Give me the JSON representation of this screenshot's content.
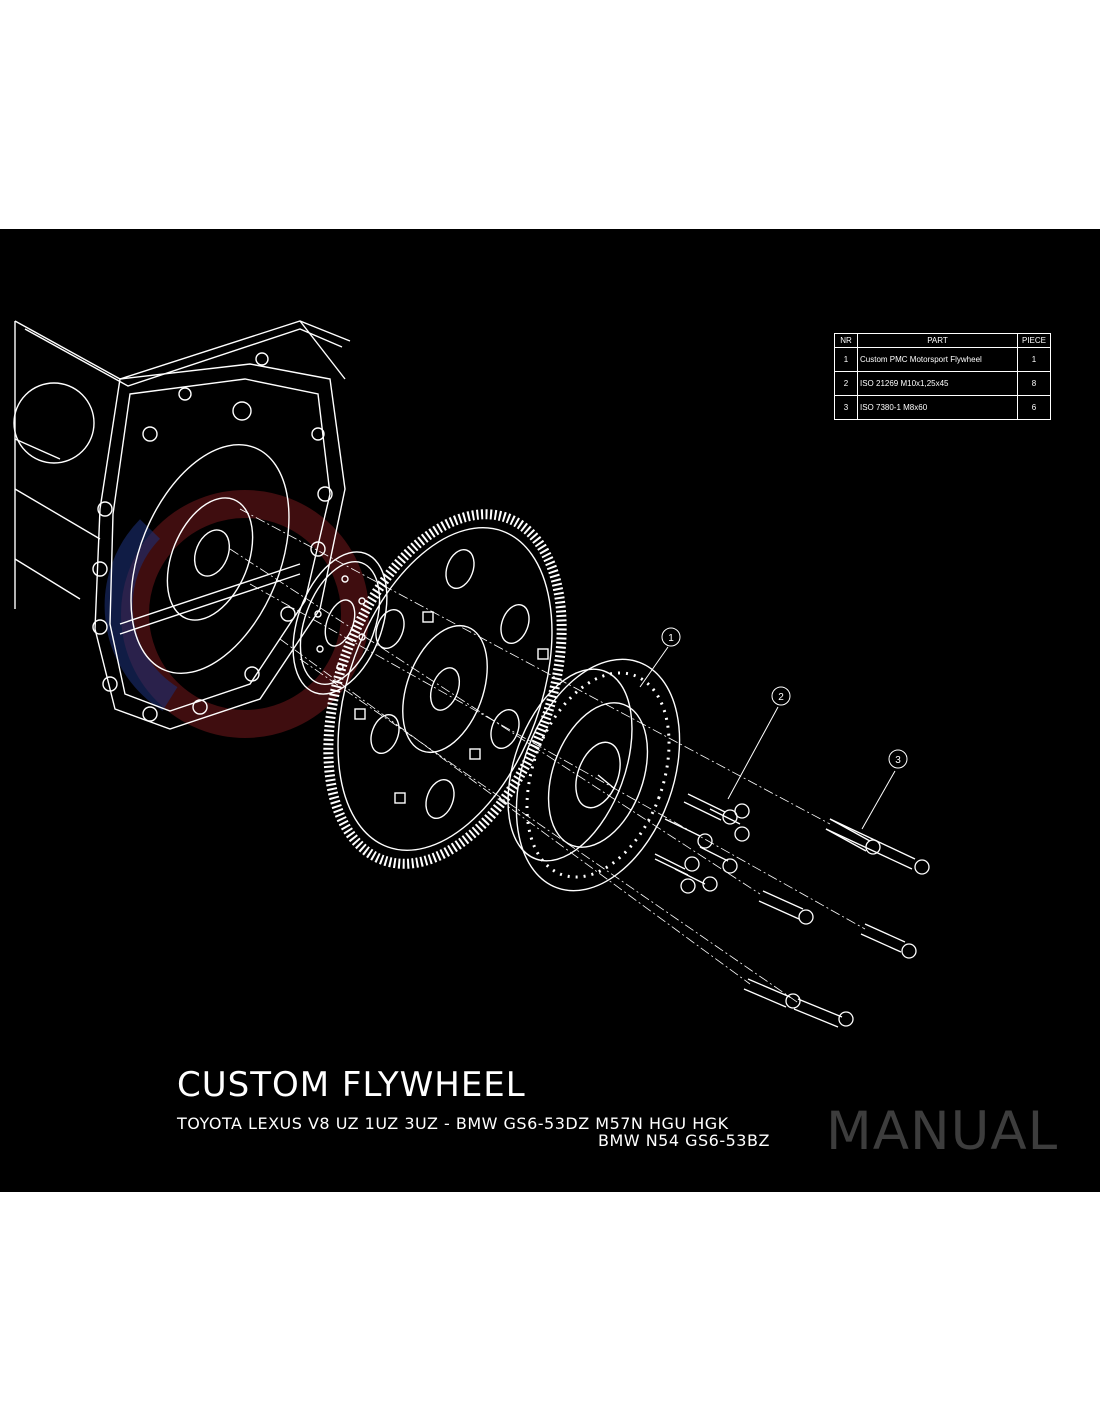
{
  "table": {
    "headers": [
      "NR",
      "PART",
      "PIECE"
    ],
    "rows": [
      {
        "nr": "1",
        "part": "Custom PMC Motorsport Flywheel",
        "piece": "1"
      },
      {
        "nr": "2",
        "part": "ISO 21269 M10x1,25x45",
        "piece": "8"
      },
      {
        "nr": "3",
        "part": "ISO 7380-1 M8x60",
        "piece": "6"
      }
    ]
  },
  "callouts": [
    "1",
    "2",
    "3"
  ],
  "title": "CUSTOM FLYWHEEL",
  "subtitle_line1": "TOYOTA LEXUS V8 UZ 1UZ 3UZ - BMW GS6-53DZ M57N HGU HGK",
  "subtitle_line2": "BMW N54 GS6-53BZ",
  "mode_label": "MANUAL",
  "colors": {
    "background": "#000000",
    "page": "#ffffff",
    "linework": "#ffffff",
    "watermark_red": "#c0282d",
    "watermark_blue": "#2f4fbf",
    "mode_label": "#3d3d3d"
  }
}
